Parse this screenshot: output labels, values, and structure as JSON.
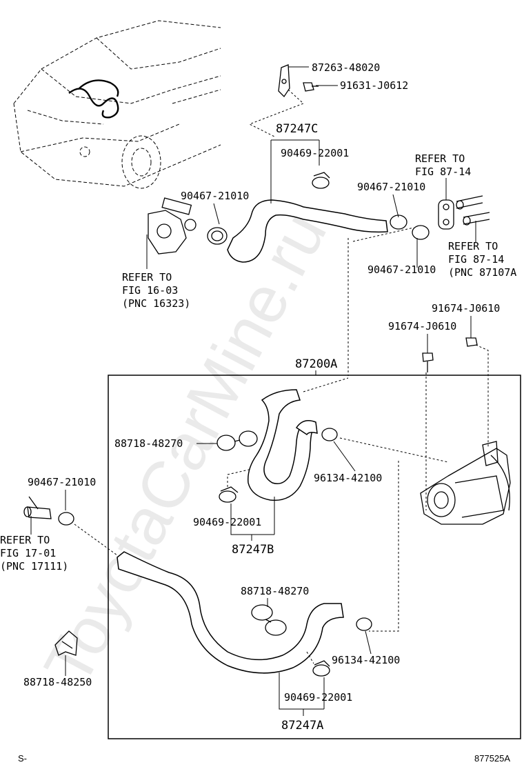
{
  "watermark": "ToyotaCarMine.ru",
  "labels": {
    "p87263": "87263-48020",
    "p91631": "91631-J0612",
    "p87247c": "87247C",
    "p90469_top": "90469-22001",
    "p90467_left": "90467-21010",
    "p90467_right_top": "90467-21010",
    "p90467_right_bottom": "90467-21010",
    "p91674_a": "91674-J0610",
    "p91674_b": "91674-J0610",
    "p87200a": "87200A",
    "p88718_mid": "88718-48270",
    "p96134_top": "96134-42100",
    "p90469_mid": "90469-22001",
    "p87247b": "87247B",
    "p90467_far_left": "90467-21010",
    "p88718_low": "88718-48270",
    "p96134_low": "96134-42100",
    "p88718_48250": "88718-48250",
    "p90469_low": "90469-22001",
    "p87247a": "87247A"
  },
  "refs": {
    "fig1603": [
      "REFER TO",
      "FIG 16-03",
      "(PNC 16323)"
    ],
    "fig8714a": [
      "REFER TO",
      "FIG 87-14"
    ],
    "fig8714b": [
      "REFER TO",
      "FIG 87-14",
      "(PNC 87107A"
    ],
    "fig1701": [
      "REFER TO",
      "FIG 17-01",
      "(PNC 17111)"
    ]
  },
  "footer": {
    "left": "S-",
    "right": "877525A"
  }
}
